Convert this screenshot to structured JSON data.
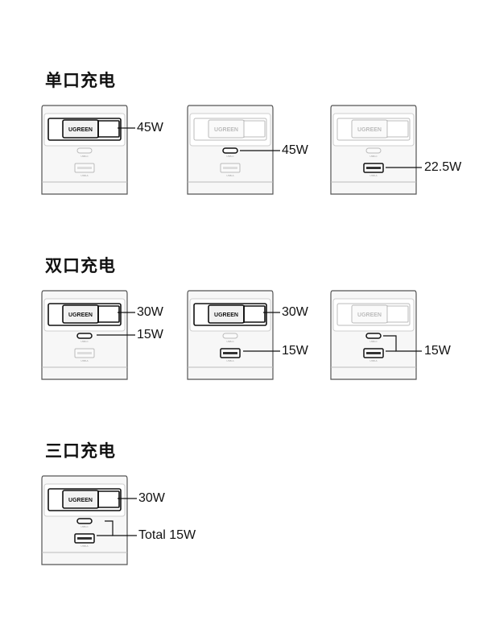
{
  "sections": [
    {
      "title": "单口充电"
    },
    {
      "title": "双口充电"
    },
    {
      "title": "三口充电"
    }
  ],
  "brand": "UGREEN",
  "port_labels": {
    "usb_c": "USB-C",
    "usb_a": "USB-A"
  },
  "colors": {
    "outline": "#555555",
    "body": "#f7f7f7",
    "active": "#111111",
    "inactive": "#bbbbbb"
  },
  "diagrams": [
    {
      "section": 0,
      "labels": [
        "45W"
      ],
      "active": [
        "cable"
      ]
    },
    {
      "section": 0,
      "labels": [
        "45W"
      ],
      "active": [
        "usb_c"
      ]
    },
    {
      "section": 0,
      "labels": [
        "22.5W"
      ],
      "active": [
        "usb_a"
      ]
    },
    {
      "section": 1,
      "labels": [
        "30W",
        "15W"
      ],
      "active": [
        "cable",
        "usb_c"
      ]
    },
    {
      "section": 1,
      "labels": [
        "30W",
        "15W"
      ],
      "active": [
        "cable",
        "usb_a"
      ]
    },
    {
      "section": 1,
      "labels": [
        "15W"
      ],
      "active": [
        "usb_c",
        "usb_a"
      ]
    },
    {
      "section": 2,
      "labels": [
        "30W",
        "Total 15W"
      ],
      "active": [
        "cable",
        "usb_c",
        "usb_a"
      ]
    }
  ]
}
